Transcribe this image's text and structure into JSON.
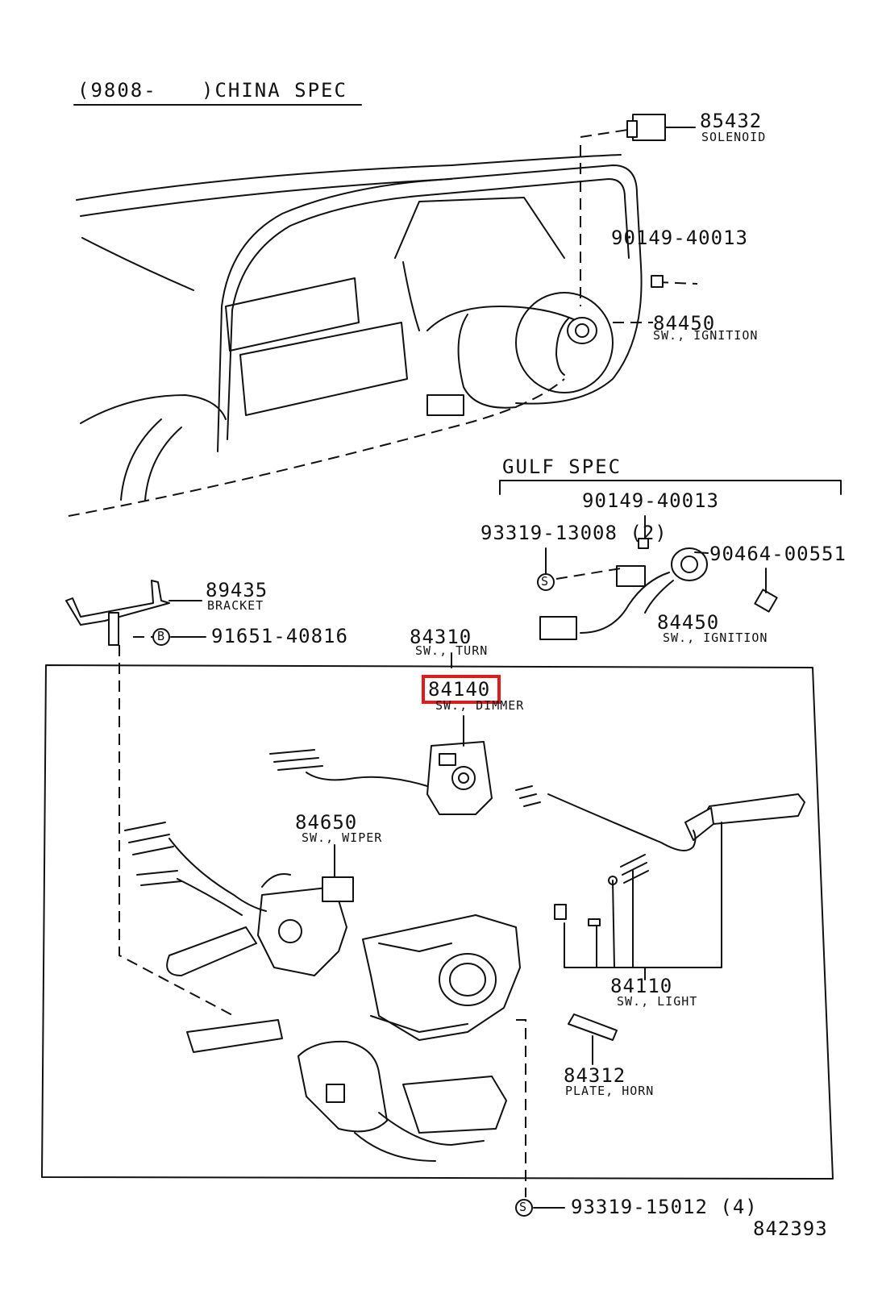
{
  "header": {
    "left": "(9808-",
    "right": ")CHINA SPEC"
  },
  "gulf_spec": {
    "title": "GULF SPEC"
  },
  "figure_number": "842393",
  "callouts": [
    {
      "id": "85432",
      "part": "85432",
      "desc": "SOLENOID"
    },
    {
      "id": "90149a",
      "part": "90149-40013",
      "desc": ""
    },
    {
      "id": "84450a",
      "part": "84450",
      "desc": "SW., IGNITION"
    },
    {
      "id": "90149b",
      "part": "90149-40013",
      "desc": ""
    },
    {
      "id": "93319a",
      "part": "93319-13008 (2)",
      "desc": "",
      "marker": "S"
    },
    {
      "id": "90464",
      "part": "90464-00551",
      "desc": ""
    },
    {
      "id": "84450b",
      "part": "84450",
      "desc": "SW., IGNITION"
    },
    {
      "id": "89435",
      "part": "89435",
      "desc": "BRACKET"
    },
    {
      "id": "91651",
      "part": "91651-40816",
      "desc": "",
      "marker": "B"
    },
    {
      "id": "84310",
      "part": "84310",
      "desc": "SW., TURN"
    },
    {
      "id": "84140",
      "part": "84140",
      "desc": "SW., DIMMER",
      "highlighted": true
    },
    {
      "id": "84650",
      "part": "84650",
      "desc": "SW., WIPER"
    },
    {
      "id": "84110",
      "part": "84110",
      "desc": "SW., LIGHT"
    },
    {
      "id": "84312",
      "part": "84312",
      "desc": "PLATE, HORN"
    },
    {
      "id": "93319b",
      "part": "93319-15012 (4)",
      "desc": "",
      "marker": "S"
    }
  ],
  "colors": {
    "line": "#111111",
    "highlight": "#e01b1b",
    "background": "#ffffff"
  }
}
